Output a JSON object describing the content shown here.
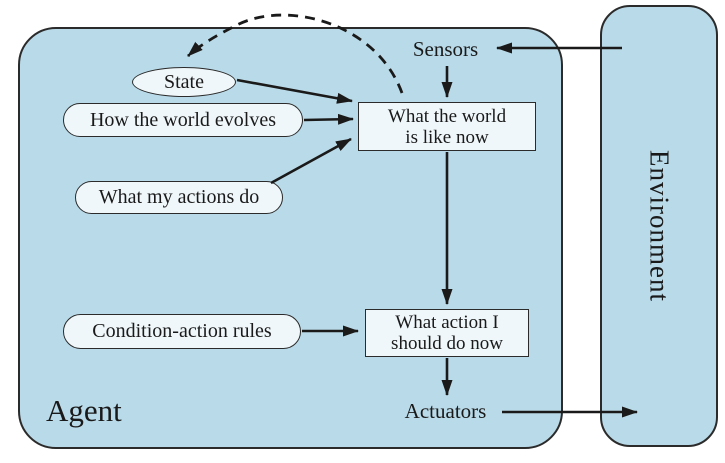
{
  "diagram": {
    "panels": {
      "agent_label": "Agent",
      "environment_label": "Environment"
    },
    "io": {
      "sensors_label": "Sensors",
      "actuators_label": "Actuators"
    },
    "ovals": {
      "state": "State",
      "how_world": "How the world evolves",
      "actions": "What my actions do",
      "rules": "Condition-action rules"
    },
    "boxes": {
      "world_now": {
        "lines": [
          "What the world",
          "is like now"
        ]
      },
      "action_now": {
        "lines": [
          "What action I",
          "should do now"
        ]
      }
    },
    "colors": {
      "panel_fill": "#b9dae8",
      "node_fill": "#eff7fa",
      "border": "#2b2b2b",
      "arrow": "#1a1a1a",
      "text": "#1a1a1a",
      "page_background": "#ffffff"
    }
  }
}
